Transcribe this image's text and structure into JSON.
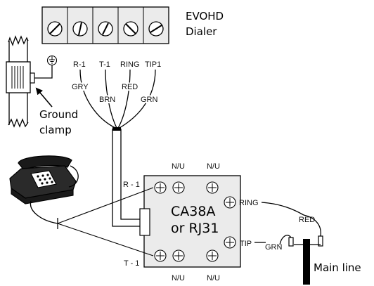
{
  "dialer": {
    "name_line1": "EVOHD",
    "name_line2": "Dialer",
    "terminal_labels": [
      "R-1",
      "T-1",
      "RING",
      "TIP1"
    ],
    "ground_symbol": "ground-symbol"
  },
  "wires": {
    "colors": [
      "GRY",
      "BRN",
      "RED",
      "GRN"
    ]
  },
  "ground_clamp": {
    "line1": "Ground",
    "line2": "clamp"
  },
  "jack": {
    "name_line1": "CA38A",
    "name_line2": "or RJ31",
    "nu_labels": [
      "N/U",
      "N/U",
      "N/U",
      "N/U"
    ],
    "r1": "R - 1",
    "t1": "T - 1",
    "ring": "RING",
    "tip": "TIP"
  },
  "line_wires": {
    "red": "RED",
    "grn": "GRN"
  },
  "main_line": "Main line",
  "icons": [
    "screw-terminal-icon",
    "ground-symbol-icon",
    "telephone-icon",
    "arrow-icon"
  ]
}
